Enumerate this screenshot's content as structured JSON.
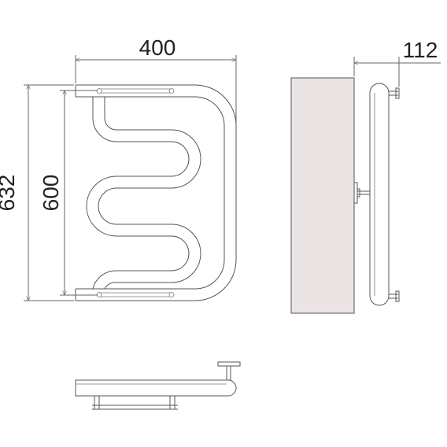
{
  "dimensions": {
    "width": "400",
    "depth": "112",
    "overall_height": "632",
    "axis_height": "600"
  },
  "colors": {
    "line": "#666666",
    "wall": "#eae4e4",
    "text": "#222222"
  }
}
